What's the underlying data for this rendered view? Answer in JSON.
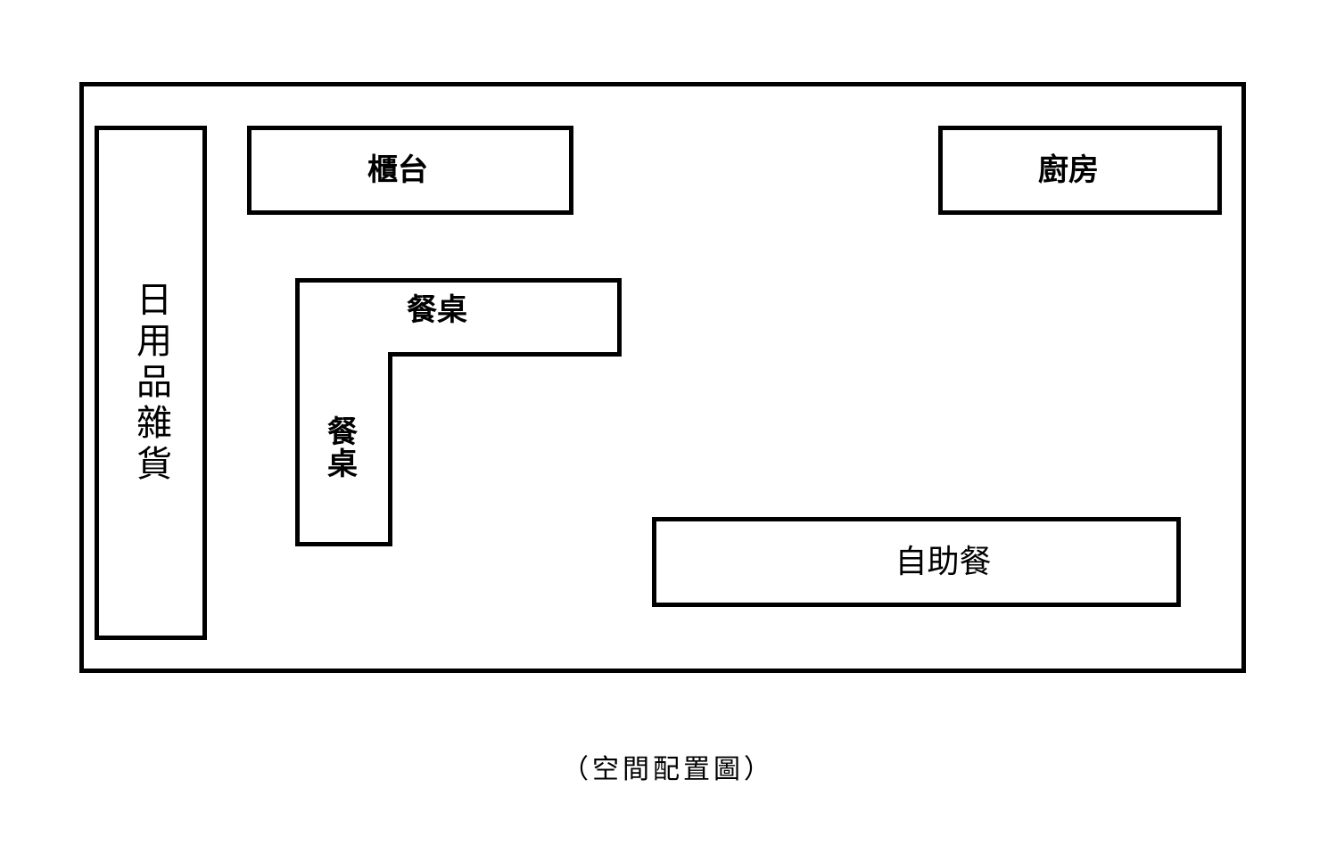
{
  "diagram": {
    "areas": {
      "shelf": "日用品雜貨",
      "counter": "櫃台",
      "kitchen": "廚房",
      "table_horizontal": "餐桌",
      "table_vertical": "餐桌",
      "buffet": "自助餐"
    },
    "caption": "（空間配置圖）"
  }
}
